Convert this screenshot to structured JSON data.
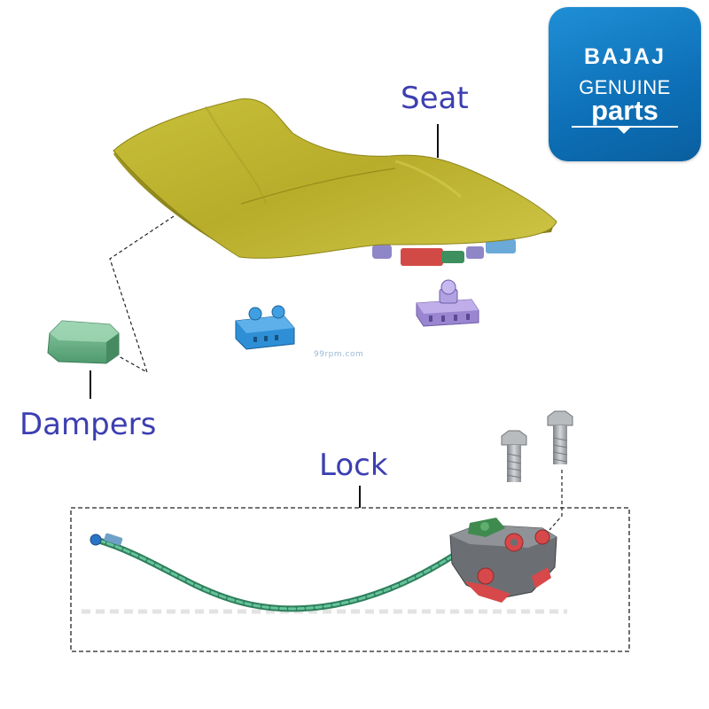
{
  "labels": {
    "seat": "Seat",
    "dampers": "Dampers",
    "lock": "Lock"
  },
  "logo": {
    "brand": "BAJAJ",
    "line1": "GENUINE",
    "line2": "parts"
  },
  "watermark": "99rpm.com",
  "colors": {
    "label_text": "#3c3fb0",
    "logo_background": "#1877c2",
    "seat": "#b5ad2a",
    "damper": "#6fb58c",
    "clip_blue": "#2e8fd6",
    "clip_purple": "#9a86d0",
    "cable": "#3f9f78",
    "lock_body": "#6b6f73",
    "lock_red": "#d6484a",
    "bolt": "#a9adb1"
  }
}
